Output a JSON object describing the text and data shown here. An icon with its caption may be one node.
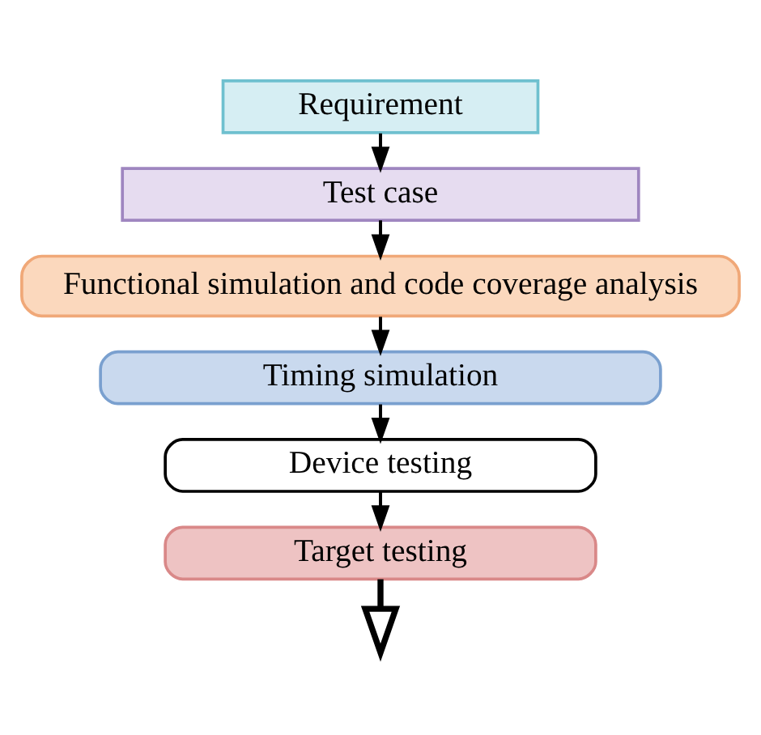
{
  "diagram": {
    "nodes": [
      {
        "text": [
          "Requirement"
        ]
      },
      {
        "text": [
          "Test case"
        ]
      },
      {
        "text": [
          "Functional simulation and code coverage analysis"
        ]
      },
      {
        "text": [
          "Timing simulation"
        ]
      },
      {
        "text": [
          "Device testing"
        ]
      },
      {
        "text": [
          "Target testing"
        ]
      }
    ],
    "edges": [
      {
        "from": 0,
        "to": 1,
        "arrow": "to"
      },
      {
        "from": 1,
        "to": 2,
        "arrow": "to"
      },
      {
        "from": 2,
        "to": 3,
        "arrow": "to"
      },
      {
        "from": 3,
        "to": 4,
        "arrow": "to"
      },
      {
        "from": 4,
        "to": 5,
        "arrow": "to"
      },
      {
        "from": 5,
        "to": null,
        "arrow": "to",
        "style": "thick"
      }
    ]
  }
}
